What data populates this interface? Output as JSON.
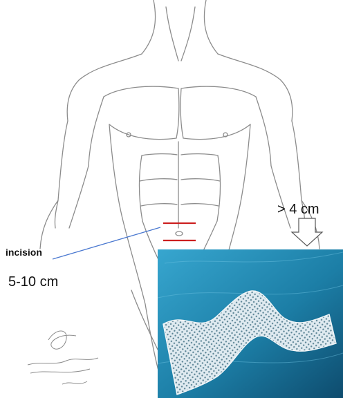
{
  "annotations": {
    "incision_label": "incision",
    "incision_size": "5-10 cm",
    "mesh_size": "> 4 cm"
  },
  "signature": {
    "text": "د.زيد زهير الكشيقر ٢٠١٧"
  },
  "colors": {
    "incision_marks": "#cc1f1f",
    "pointer_line": "#4a78d0",
    "mesh_background": "#1c7ea6",
    "mesh_material": "#e4eef2"
  },
  "icons": {
    "arrow": "hollow-down-arrow-icon"
  }
}
